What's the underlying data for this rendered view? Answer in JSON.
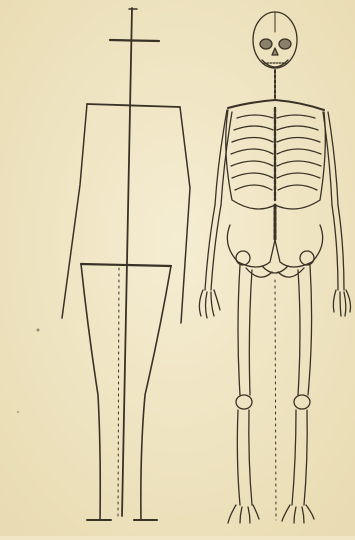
{
  "plate": {
    "paper_color": "#f1e7c6",
    "ink_color": "#3a3226",
    "figures": [
      {
        "name": "proportion-scheme",
        "description_icon": "stick-figure-scheme"
      },
      {
        "name": "skeleton-front-view",
        "description_icon": "skeleton-icon"
      }
    ]
  }
}
